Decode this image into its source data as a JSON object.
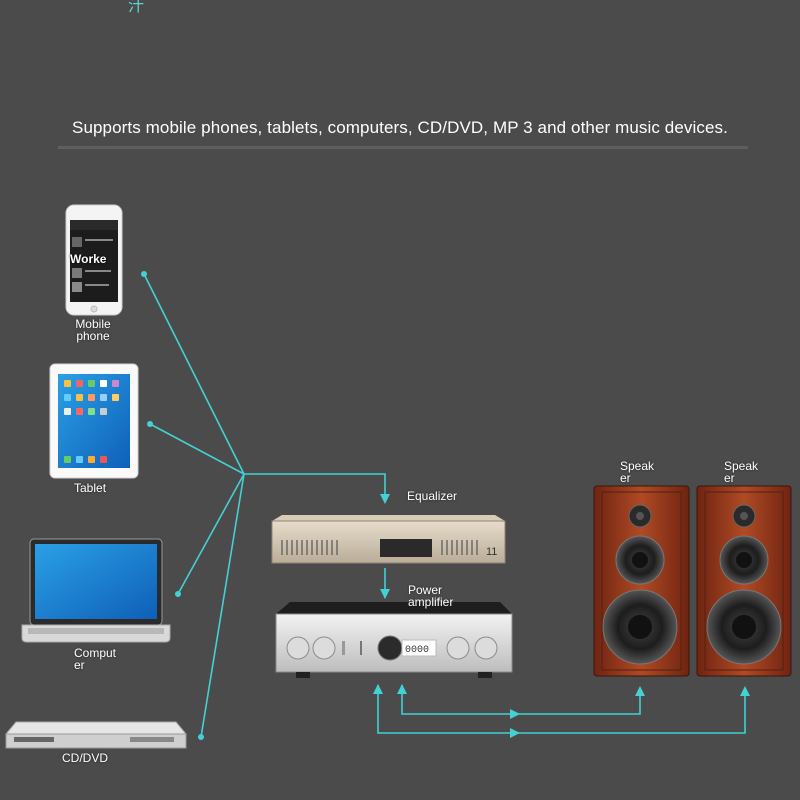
{
  "headline": "Supports mobile phones, tablets, computers, CD/DVD, MP 3 and other music devices.",
  "top_glyph": "汁",
  "sources": {
    "phone": {
      "screen_text": "Worke",
      "label_line1": "Mobile",
      "label_line2": "phone"
    },
    "tablet": {
      "label": "Tablet"
    },
    "computer": {
      "label_line1": "Comput",
      "label_line2": "er"
    },
    "cd_dvd": {
      "label": "CD/DVD"
    }
  },
  "chain": {
    "equalizer": {
      "label": "Equalizer",
      "panel_text": "11"
    },
    "power_amplifier": {
      "label_line1": "Power",
      "label_line2": "amplifier",
      "display_text": "0000"
    }
  },
  "speakers": [
    {
      "label_line1": "Speak",
      "label_line2": "er"
    },
    {
      "label_line1": "Speak",
      "label_line2": "er"
    }
  ],
  "colors": {
    "background": "#4b4b4b",
    "connector": "#43d1d3",
    "speaker_wood": "#9b3b1f",
    "text": "#ffffff"
  }
}
